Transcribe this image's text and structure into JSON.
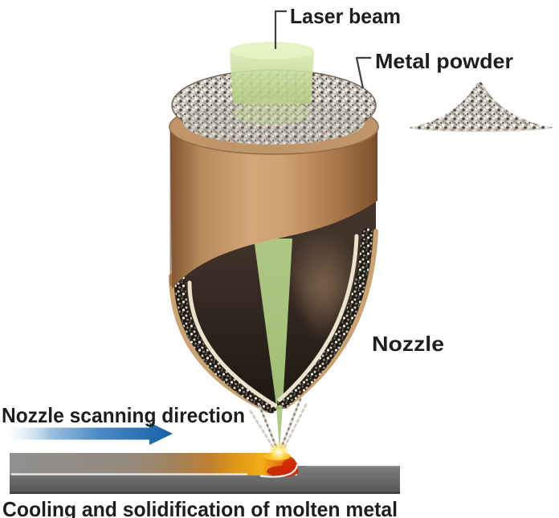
{
  "labels": {
    "laser_beam": "Laser beam",
    "metal_powder": "Metal powder",
    "nozzle": "Nozzle",
    "scan_direction": "Nozzle scanning direction",
    "caption": "Cooling and solidification of molten metal"
  },
  "colors": {
    "label_text": "#1e1e1e",
    "laser_green": "#bad28d",
    "nozzle_copper": "#cc9e6d",
    "powder_gray": "#c7c1b8",
    "interior_brown": "#32271e",
    "arrow_blue": "#1f6cb0",
    "molten_orange": "#e89a14",
    "molten_red": "#cc2e06",
    "substrate_gray": "#757575"
  }
}
